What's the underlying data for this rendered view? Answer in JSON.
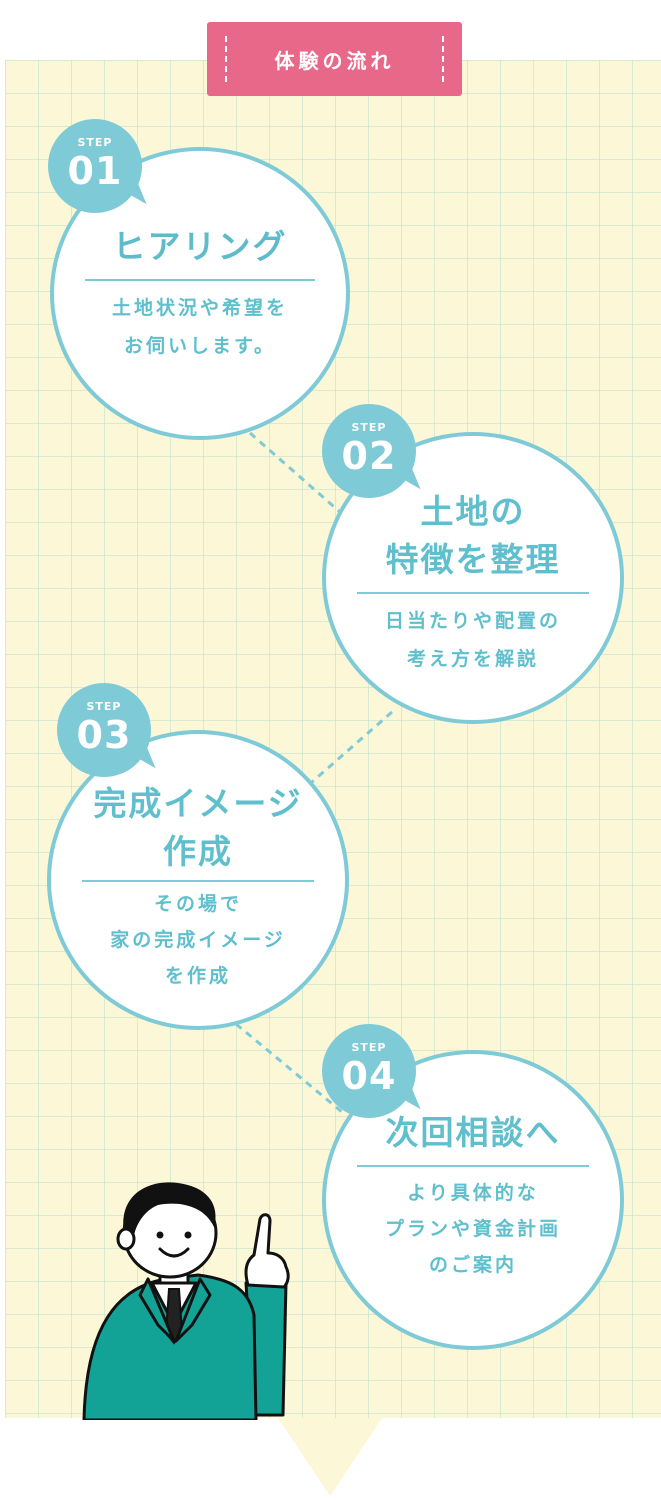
{
  "header": {
    "title": "体験の流れ"
  },
  "steps": [
    {
      "step_label": "STEP",
      "number": "01",
      "title_lines": [
        "ヒアリング"
      ],
      "desc_lines": [
        "土地状況や希望を",
        "お伺いします。"
      ]
    },
    {
      "step_label": "STEP",
      "number": "02",
      "title_lines": [
        "土地の",
        "特徴を整理"
      ],
      "desc_lines": [
        "日当たりや配置の",
        "考え方を解説"
      ]
    },
    {
      "step_label": "STEP",
      "number": "03",
      "title_lines": [
        "完成イメージ",
        "作成"
      ],
      "desc_lines": [
        "その場で",
        "家の完成イメージ",
        "を作成"
      ]
    },
    {
      "step_label": "STEP",
      "number": "04",
      "title_lines": [
        "次回相談へ"
      ],
      "desc_lines": [
        "より具体的な",
        "プランや資金計画",
        "のご案内"
      ]
    }
  ],
  "colors": {
    "accent": "#7ecad6",
    "banner": "#e8688a",
    "background": "#fbf7d7",
    "suit": "#13a396"
  },
  "illustration": "man-in-suit-pointing-up"
}
